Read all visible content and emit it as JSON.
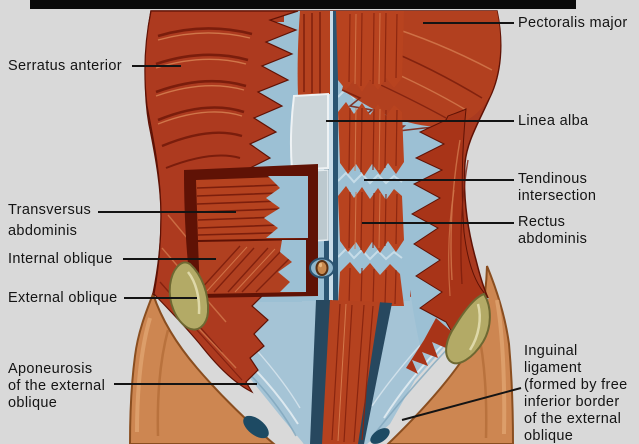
{
  "figure": {
    "type": "anatomical-diagram",
    "subject": "Abdominal muscles, anterior view with cutaway window",
    "background_color": "#d9d9d9",
    "top_bar_color": "#0a0a0a",
    "text_color": "#141414",
    "leader_line_color": "#141414"
  },
  "palette": {
    "muscle_red": "#b8431f",
    "muscle_red_dark": "#7c1e0c",
    "muscle_red_deep": "#5f1205",
    "fascia_blue": "#9cc0d4",
    "fascia_blue_light": "#c6dce8",
    "fascia_navy": "#2b5572",
    "skin": "#cd8651",
    "skin_shadow": "#8a4e20",
    "ligament_olive": "#b3aa66",
    "navel_tan": "#c8894e"
  },
  "labels": {
    "serratus_anterior": "Serratus anterior",
    "transversus_abdominis": "Transversus\nabdominis",
    "internal_oblique": "Internal oblique",
    "external_oblique": "External oblique",
    "aponeurosis_external_oblique": "Aponeurosis\nof the external\noblique",
    "pectoralis_major": "Pectoralis major",
    "linea_alba": "Linea alba",
    "tendinous_intersection": "Tendinous\nintersection",
    "rectus_abdominis": "Rectus\nabdominis",
    "inguinal_ligament": "Inguinal\nligament\n(formed by free\ninferior border\nof the external\noblique"
  }
}
